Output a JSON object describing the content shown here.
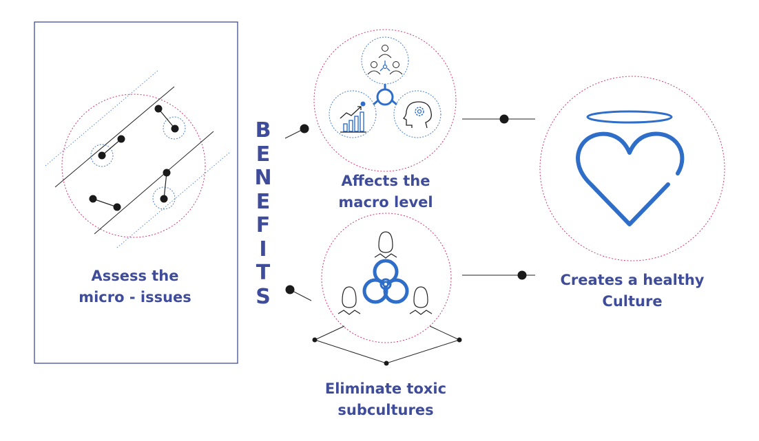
{
  "benefits_letters": [
    "B",
    "E",
    "N",
    "E",
    "F",
    "I",
    "T",
    "S"
  ],
  "nodes": {
    "micro": {
      "line1": "Assess the",
      "line2": "micro - issues"
    },
    "macro": {
      "line1": "Affects the",
      "line2": "macro level"
    },
    "toxic": {
      "line1": "Eliminate toxic",
      "line2": "subcultures"
    },
    "culture": {
      "line1": "Creates a healthy",
      "line2": "Culture"
    }
  },
  "colors": {
    "text": "#3f4c9a",
    "icon_blue": "#2f6ec8",
    "dashed_circle": "#d6336c",
    "frame": "#3f4c9a",
    "connector": "#1a1a1a"
  }
}
